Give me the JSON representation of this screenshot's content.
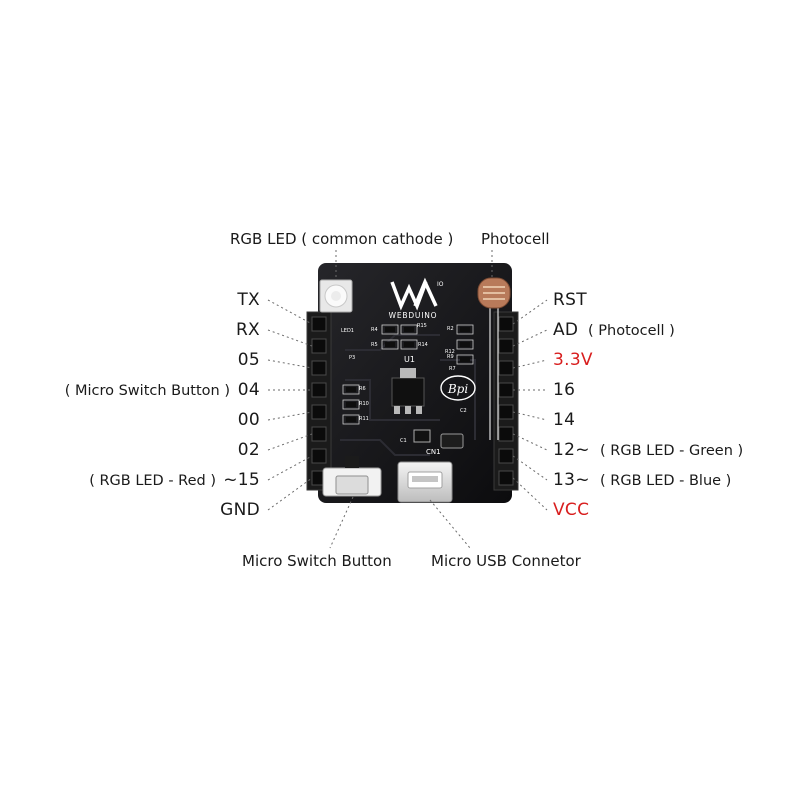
{
  "labels": {
    "rgb_led": "RGB LED ( common cathode )",
    "photocell": "Photocell",
    "micro_switch": "Micro Switch Button",
    "micro_usb": "Micro USB Connetor"
  },
  "left_pins": [
    {
      "name": "TX",
      "note": ""
    },
    {
      "name": "RX",
      "note": ""
    },
    {
      "name": "05",
      "note": ""
    },
    {
      "name": "04",
      "note": "( Micro Switch Button )"
    },
    {
      "name": "00",
      "note": ""
    },
    {
      "name": "02",
      "note": ""
    },
    {
      "name": "~15",
      "note": "( RGB LED - Red )"
    },
    {
      "name": "GND",
      "note": ""
    }
  ],
  "right_pins": [
    {
      "name": "RST",
      "note": ""
    },
    {
      "name": "AD",
      "note": "( Photocell )"
    },
    {
      "name": "3.3V",
      "note": ""
    },
    {
      "name": "16",
      "note": ""
    },
    {
      "name": "14",
      "note": ""
    },
    {
      "name": "12~",
      "note": "( RGB LED - Green )"
    },
    {
      "name": "13~",
      "note": "( RGB LED - Blue )"
    },
    {
      "name": "VCC",
      "note": ""
    }
  ],
  "board": {
    "brand": "WEBDUINO",
    "logo": "WA",
    "logo_sup": "IO",
    "u1": "U1",
    "cn1": "CN1",
    "bpi": "Bpi",
    "led_ref": "LED1",
    "components": [
      "R4",
      "R5",
      "R15",
      "R14",
      "P3",
      "R2",
      "R12",
      "R9",
      "R7",
      "R6",
      "R10",
      "R11",
      "C1",
      "C2"
    ]
  },
  "colors": {
    "power_red": "#d81e1e",
    "board": "#141416",
    "header": "#1c1c1c"
  }
}
